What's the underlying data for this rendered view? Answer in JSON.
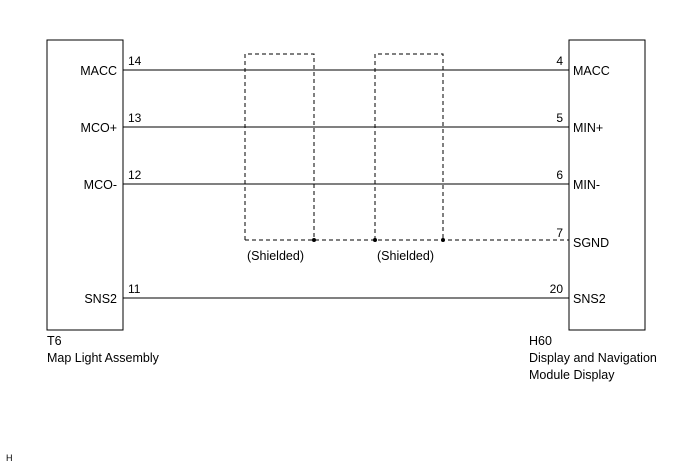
{
  "left_connector": {
    "code": "T6",
    "name": "Map Light Assembly",
    "terminals": [
      {
        "label": "MACC",
        "pin": "14"
      },
      {
        "label": "MCO+",
        "pin": "13"
      },
      {
        "label": "MCO-",
        "pin": "12"
      },
      {
        "label": "SNS2",
        "pin": "11"
      }
    ]
  },
  "right_connector": {
    "code": "H60",
    "name_line1": "Display and Navigation",
    "name_line2": "Module Display",
    "terminals": [
      {
        "label": "MACC",
        "pin": "4"
      },
      {
        "label": "MIN+",
        "pin": "5"
      },
      {
        "label": "MIN-",
        "pin": "6"
      },
      {
        "label": "SGND",
        "pin": "7"
      },
      {
        "label": "SNS2",
        "pin": "20"
      }
    ]
  },
  "shields": [
    {
      "label": "(Shielded)"
    },
    {
      "label": "(Shielded)"
    }
  ],
  "footer_mark": "H"
}
